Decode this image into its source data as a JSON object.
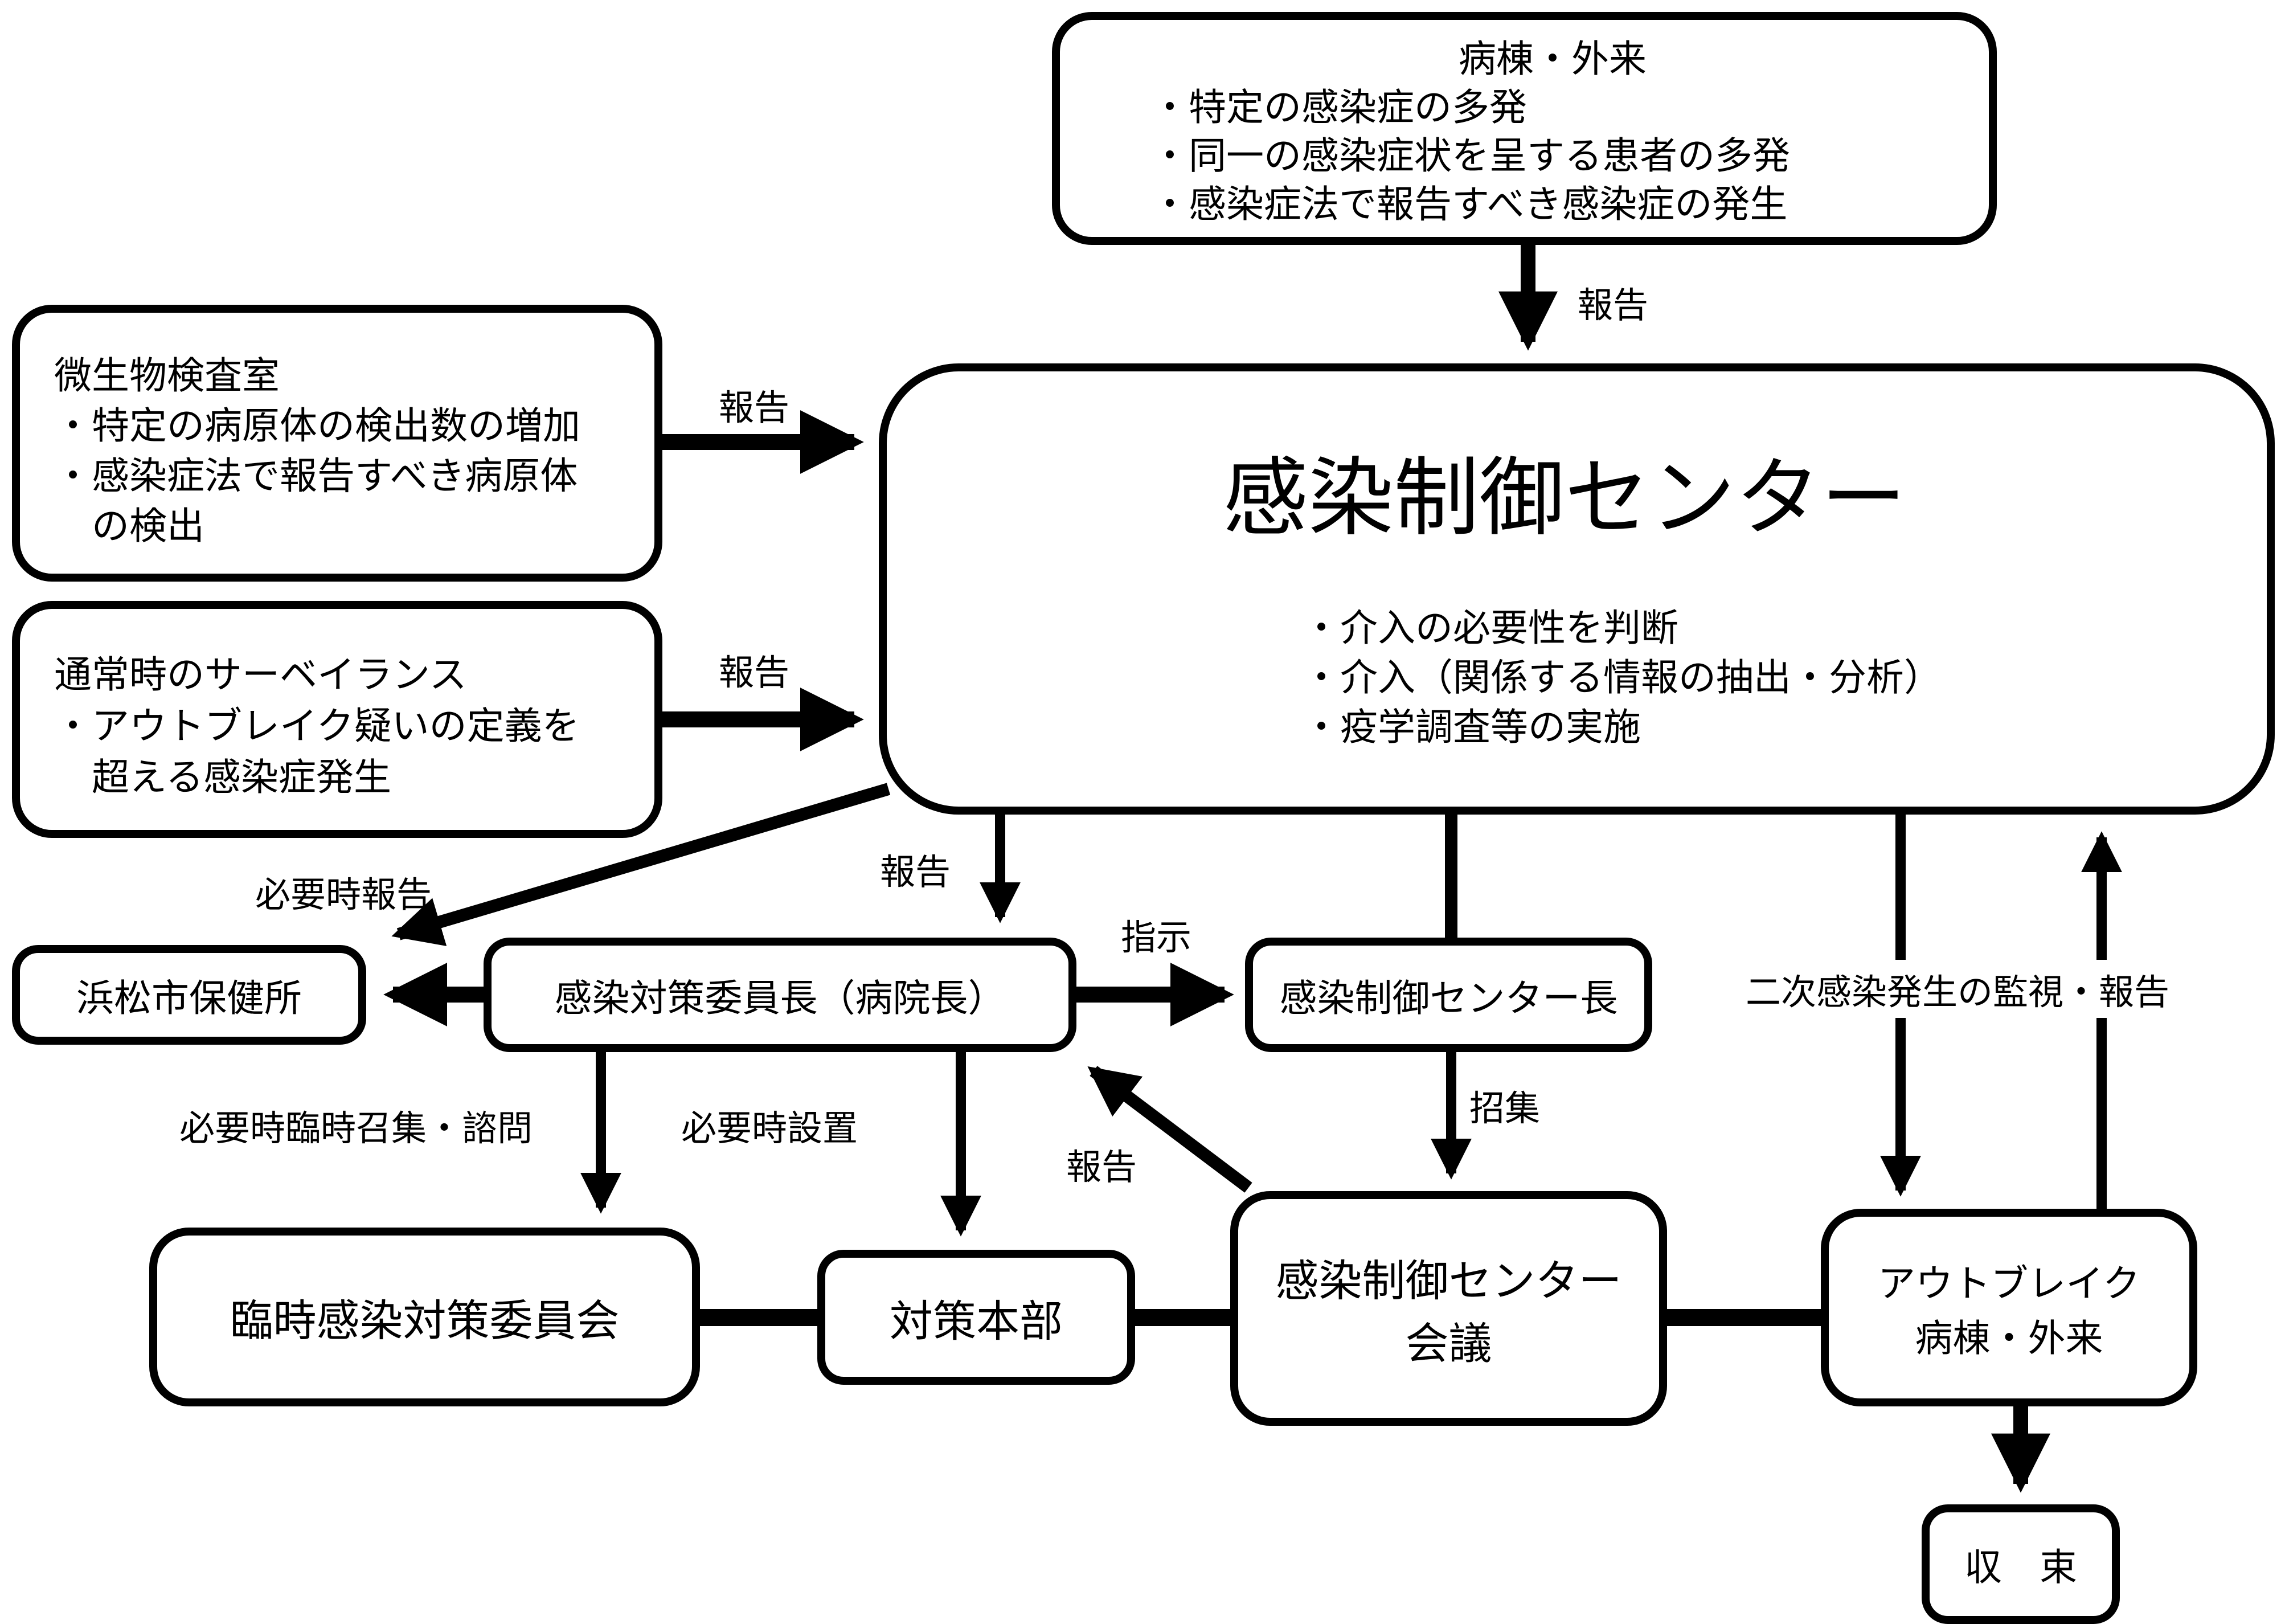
{
  "nodes": {
    "ward_outpatient": {
      "title": "病棟・外来",
      "items": [
        "・特定の感染症の多発",
        "・同一の感染症状を呈する患者の多発",
        "・感染症法で報告すべき感染症の発生"
      ]
    },
    "microbiology_lab": {
      "title": "微生物検査室",
      "items": [
        "・特定の病原体の検出数の増加",
        "・感染症法で報告すべき病原体",
        "　の検出"
      ]
    },
    "surveillance": {
      "title": "通常時のサーベイランス",
      "items": [
        "・アウトブレイク疑いの定義を",
        "　超える感染症発生"
      ]
    },
    "infection_control_center": {
      "title": "感染制御センター",
      "items": [
        "・介入の必要性を判断",
        "・介入（関係する情報の抽出・分析）",
        "・疫学調査等の実施"
      ]
    },
    "health_center": {
      "label": "浜松市保健所"
    },
    "committee_chair": {
      "label": "感染対策委員長（病院長）"
    },
    "center_director": {
      "label": "感染制御センター長"
    },
    "temp_committee": {
      "label": "臨時感染対策委員会"
    },
    "headquarters": {
      "label": "対策本部"
    },
    "center_meeting": {
      "lines": [
        "感染制御センター",
        "会議"
      ]
    },
    "outbreak_ward": {
      "lines": [
        "アウトブレイク",
        "病棟・外来"
      ]
    },
    "convergence": {
      "label": "収　束"
    }
  },
  "edges": {
    "ward_to_center": "報告",
    "lab_to_center": "報告",
    "surveillance_to_center": "報告",
    "center_to_health_center": "必要時報告",
    "center_to_chair": "報告",
    "chair_to_director": "指示",
    "director_to_meeting": "招集",
    "meeting_to_chair": "報告",
    "chair_to_temp_committee": "必要時臨時召集・諮問",
    "chair_to_headquarters": "必要時設置",
    "secondary_monitoring": "二次感染発生の監視・報告"
  }
}
